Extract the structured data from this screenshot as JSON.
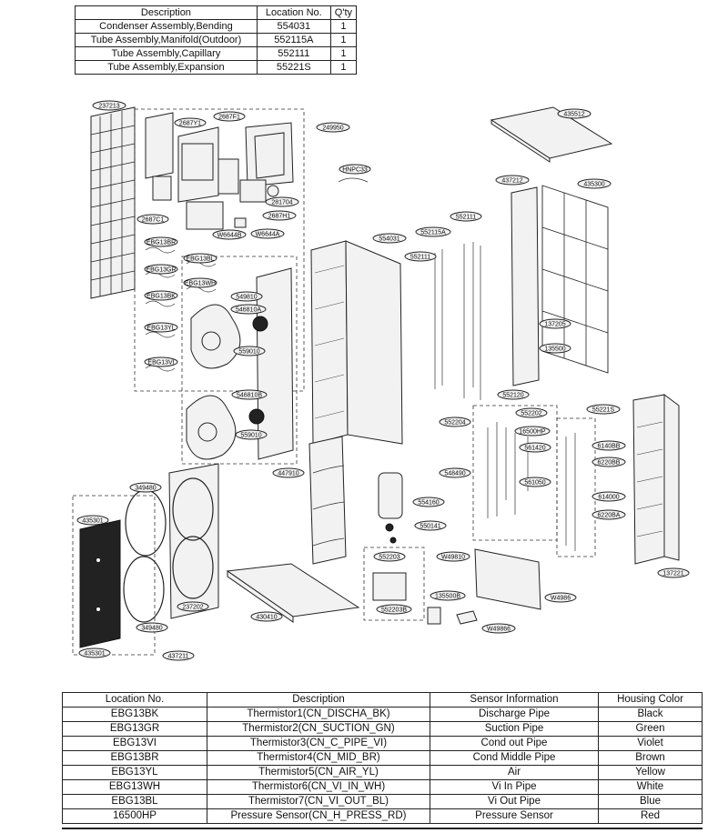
{
  "parts_table": {
    "headers": [
      "Description",
      "Location No.",
      "Q'ty"
    ],
    "rows": [
      [
        "Condenser Assembly,Bending",
        "554031",
        "1"
      ],
      [
        "Tube Assembly,Manifold(Outdoor)",
        "552115A",
        "1"
      ],
      [
        "Tube Assembly,Capillary",
        "552111",
        "1"
      ],
      [
        "Tube Assembly,Expansion",
        "55221S",
        "1"
      ]
    ]
  },
  "callouts": {
    "c237213": "237213",
    "c2687Y1": "2687Y1",
    "c2687F1": "2687F1",
    "c249950": "249950",
    "cHNPC33": "HNPC33",
    "c435512": "435512",
    "c437212": "437212",
    "c435300": "435300",
    "c281704": "281704",
    "c2687H1": "2687H1",
    "c2687C1": "2687C1",
    "cW6644B": "W6644B",
    "cW6644A": "W6644A",
    "cEBG13BR": "EBG13BR",
    "cEBG13BL": "EBG13BL",
    "cEBG13GR": "EBG13GR",
    "cEBG13WH": "EBG13WH",
    "cEBG13BK": "EBG13BK",
    "cEBG13YL": "EBG13YL",
    "cEBG13VI": "EBG13VI",
    "c554031": "554031",
    "c552115A": "552115A",
    "c552111a": "552111",
    "c552111b": "552111",
    "c549810": "549810",
    "c546810a": "546810A",
    "c559010a": "559010",
    "c546810b": "546810B",
    "c559010b": "559010",
    "c137205": "137205",
    "c135500": "135500",
    "c552120": "552120",
    "c552202": "552202",
    "c552204": "552204",
    "c16500HP": "16500HP",
    "c55221S": "55221S",
    "c561420": "561420",
    "c6140BB": "6140BB",
    "c6220BB": "6220BB",
    "c548490": "548490",
    "c561050": "561050",
    "c614000": "614000",
    "c6220BA": "6220BA",
    "c447910": "447910",
    "c554160": "554160",
    "c550141": "550141",
    "c435301a": "435301",
    "c349480a": "349480",
    "c349480b": "349480",
    "c237202": "237202",
    "c435301b": "435301",
    "c437211": "437211",
    "c430410": "430410",
    "c552203": "552203",
    "cW49810": "W49810",
    "c552203B": "552203B",
    "c135500b": "135500B",
    "cW4986": "W4986",
    "cW49866": "W49866",
    "c137221": "137221"
  },
  "sensor_table": {
    "headers": [
      "Location No.",
      "Description",
      "Sensor Information",
      "Housing Color"
    ],
    "rows": [
      [
        "EBG13BK",
        "Thermistor1(CN_DISCHA_BK)",
        "Discharge Pipe",
        "Black"
      ],
      [
        "EBG13GR",
        "Thermistor2(CN_SUCTION_GN)",
        "Suction Pipe",
        "Green"
      ],
      [
        "EBG13VI",
        "Thermistor3(CN_C_PIPE_VI)",
        "Cond out Pipe",
        "Violet"
      ],
      [
        "EBG13BR",
        "Thermistor4(CN_MID_BR)",
        "Cond Middle Pipe",
        "Brown"
      ],
      [
        "EBG13YL",
        "Thermistor5(CN_AIR_YL)",
        "Air",
        "Yellow"
      ],
      [
        "EBG13WH",
        "Thermistor6(CN_VI_IN_WH)",
        "Vi In Pipe",
        "White"
      ],
      [
        "EBG13BL",
        "Thermistor7(CN_VI_OUT_BL)",
        "Vi Out Pipe",
        "Blue"
      ],
      [
        "16500HP",
        "Pressure Sensor(CN_H_PRESS_RD)",
        "Pressure Sensor",
        "Red"
      ]
    ]
  }
}
